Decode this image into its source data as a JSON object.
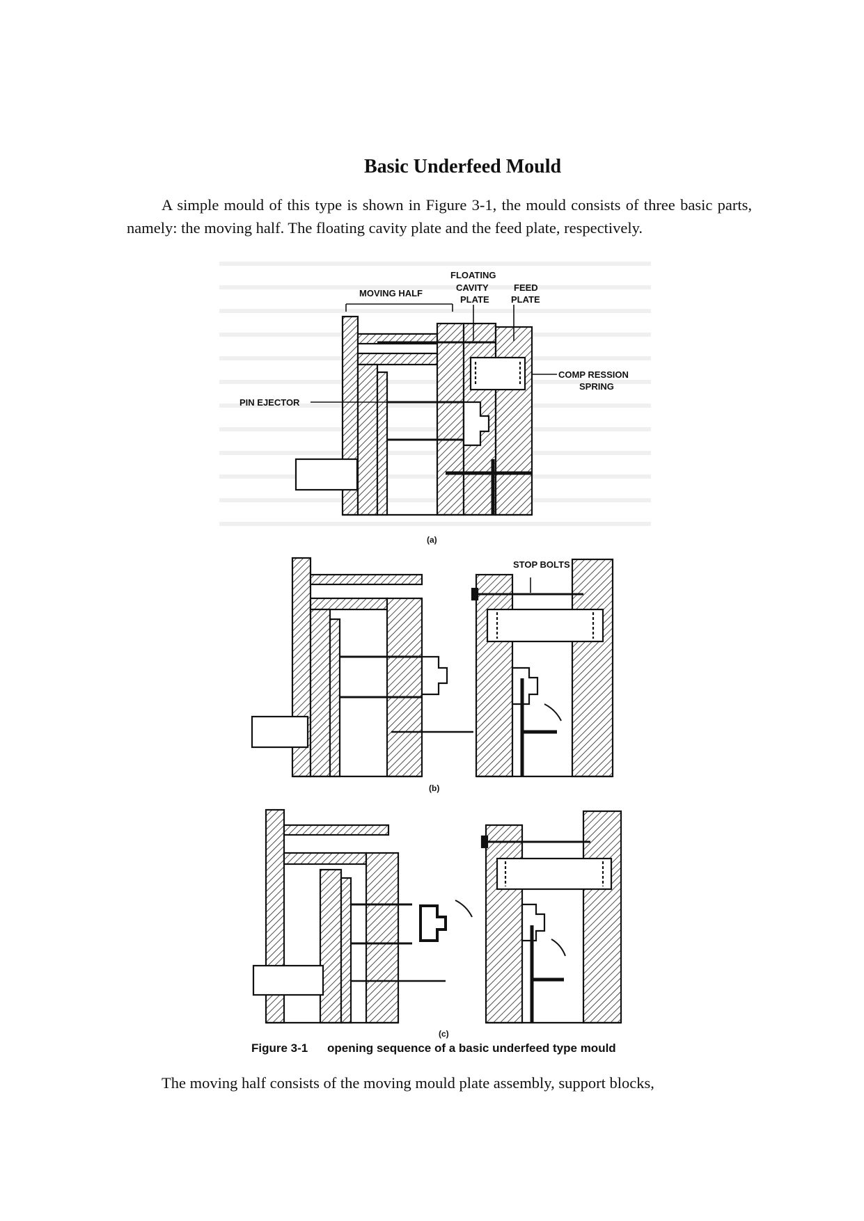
{
  "heading": "Basic Underfeed Mould",
  "intro_paragraph": "A simple mould of this type is shown in Figure 3-1, the mould consists of three basic parts, namely: the moving half. The floating cavity plate and the feed plate, respectively.",
  "figure": {
    "labels": {
      "floating_1": "FLOATING",
      "floating_2": "CAVITY",
      "floating_3": "PLATE",
      "feed_1": "FEED",
      "feed_2": "PLATE",
      "moving_half": "MOVING HALF",
      "spring_1": "COMP RESSION",
      "spring_2": "SPRING",
      "pin_ejector": "PIN EJECTOR",
      "stop_bolts": "STOP BOLTS"
    },
    "sub_a": "(a)",
    "sub_b": "(b)",
    "sub_c": "(c)",
    "caption_number": "Figure 3-1",
    "caption_text": "opening sequence of a basic underfeed type mould"
  },
  "closing_line": "The moving half consists of the moving mould plate assembly, support blocks,"
}
